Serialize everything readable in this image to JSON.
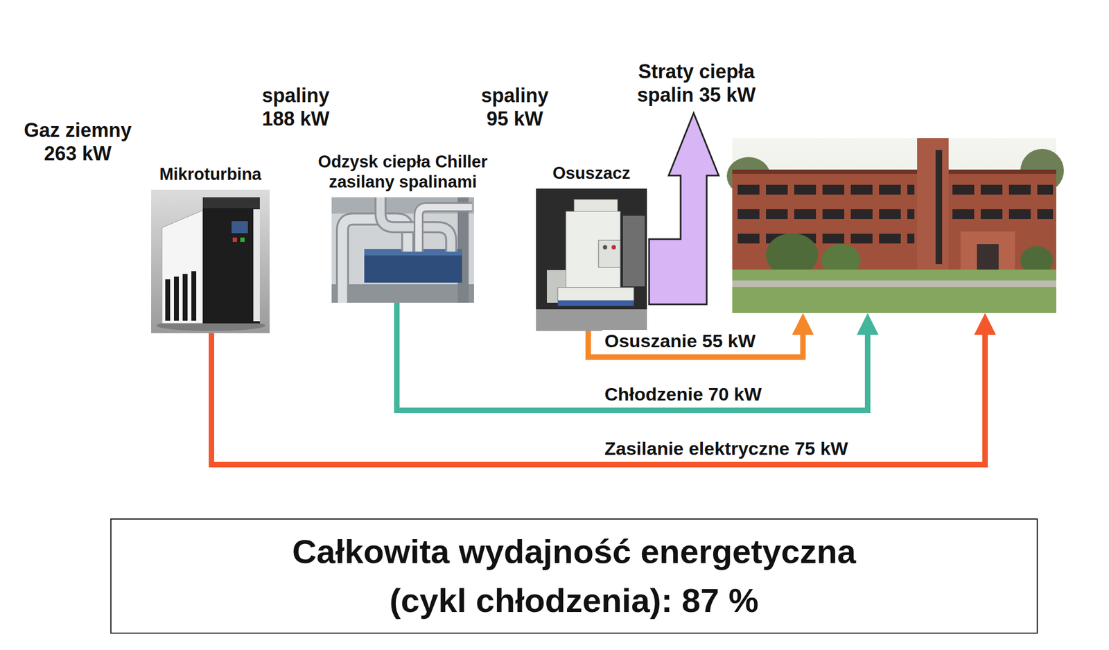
{
  "diagram": {
    "nodes": [
      {
        "text": [
          "Mikroturbina"
        ]
      },
      {
        "text": [
          "Odzysk ciepła Chiller zasilany spalinami"
        ]
      },
      {
        "text": [
          "Osuszacz"
        ]
      },
      {
        "text": []
      },
      {
        "text": [
          "Całkowita wydajność energetyczna (cykl chłodzenia): 87 %"
        ]
      }
    ],
    "edges": [
      {
        "from": 2,
        "to": 3,
        "arrow": "to",
        "label": "Osuszanie 55 kW"
      },
      {
        "from": 1,
        "to": 3,
        "arrow": "to",
        "label": "Chłodzenie 70 kW"
      },
      {
        "from": 0,
        "to": 3,
        "arrow": "to",
        "label": "Zasilanie elektryczne 75 kW"
      }
    ],
    "labels": [
      "Gaz ziemny 263 kW",
      "spaliny 188 kW",
      "spaliny 95 kW",
      "Straty ciepła spalin 35 kW"
    ]
  }
}
